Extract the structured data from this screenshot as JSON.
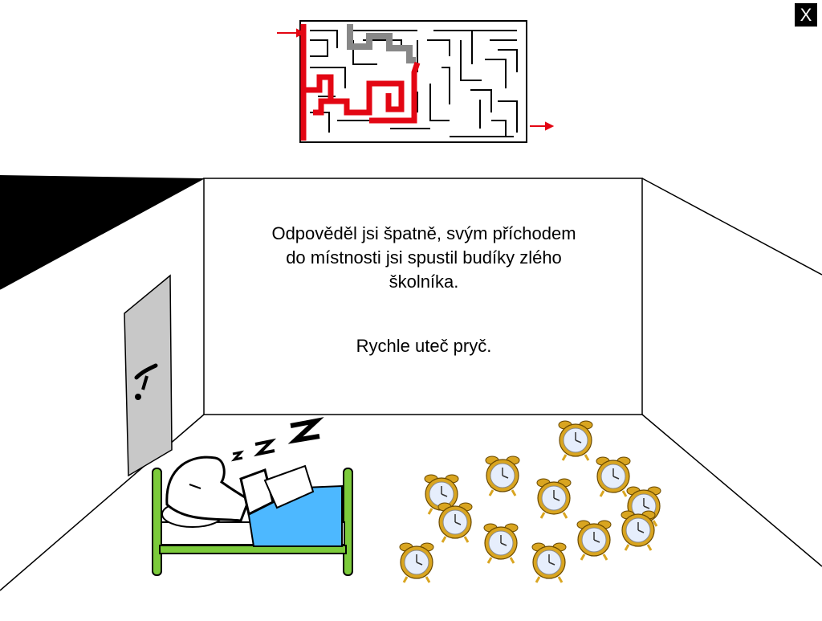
{
  "close": {
    "label": "X"
  },
  "message": {
    "line1": "Odpověděl jsi špatně, svým příchodem",
    "line2": "do místnosti jsi spustil budíky zlého",
    "line3": "školníka.",
    "instruction": "Rychle uteč pryč."
  },
  "colors": {
    "maze_path": "#e30613",
    "maze_walls": "#000000",
    "maze_gray": "#888888",
    "door": "#c8c8c8",
    "bed_frame": "#7ccb3b",
    "blanket": "#4db8ff",
    "clock_bell": "#d9a520"
  },
  "icons": [
    "maze-icon",
    "door-icon",
    "sleeping-janitor-icon",
    "alarm-clock-icon"
  ]
}
